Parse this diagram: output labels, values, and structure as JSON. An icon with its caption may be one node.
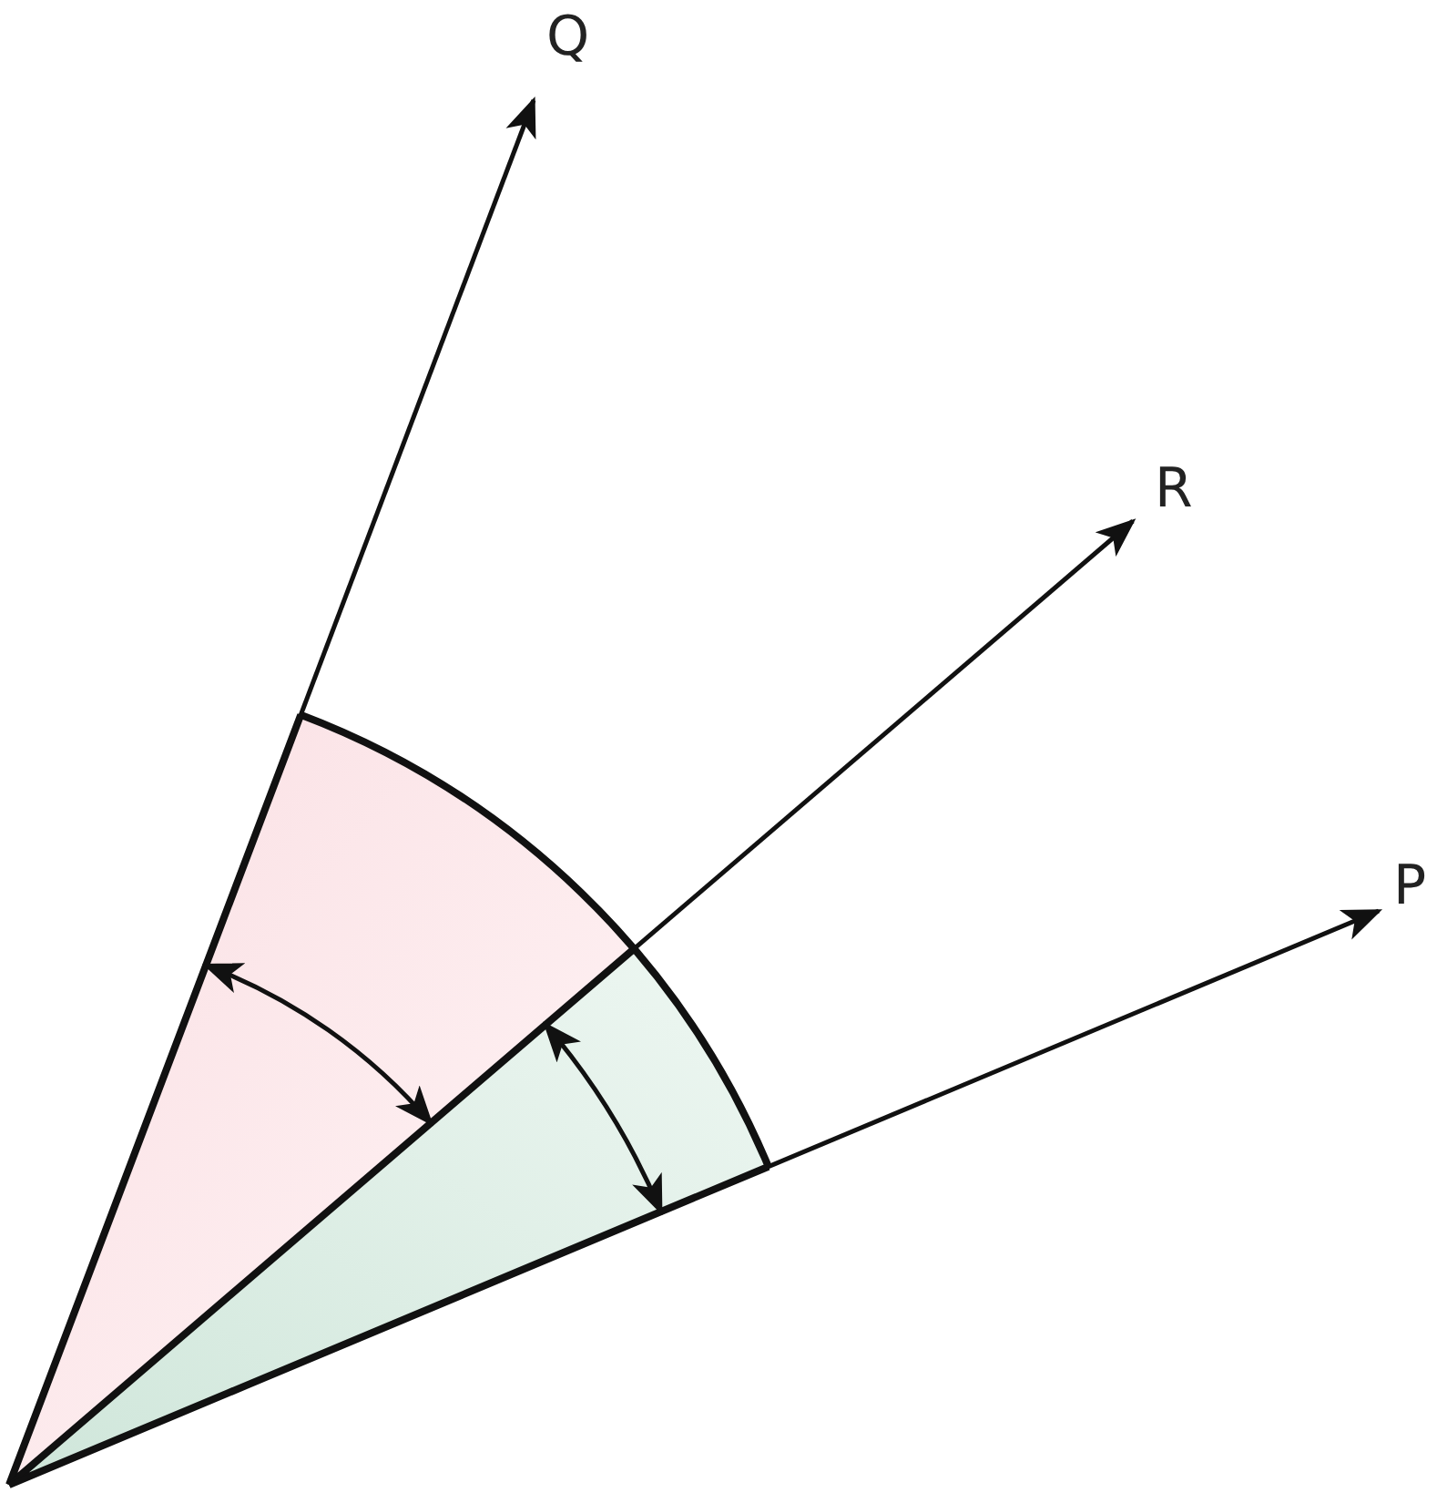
{
  "diagram": {
    "nodes": [
      {
        "text": [
          "Q"
        ]
      },
      {
        "text": [
          "R"
        ]
      },
      {
        "text": [
          "P"
        ]
      }
    ],
    "edges": [
      {
        "from": null,
        "to": 0,
        "arrow": "to"
      },
      {
        "from": null,
        "to": 1,
        "arrow": "to"
      },
      {
        "from": null,
        "to": 2,
        "arrow": "to"
      }
    ]
  }
}
